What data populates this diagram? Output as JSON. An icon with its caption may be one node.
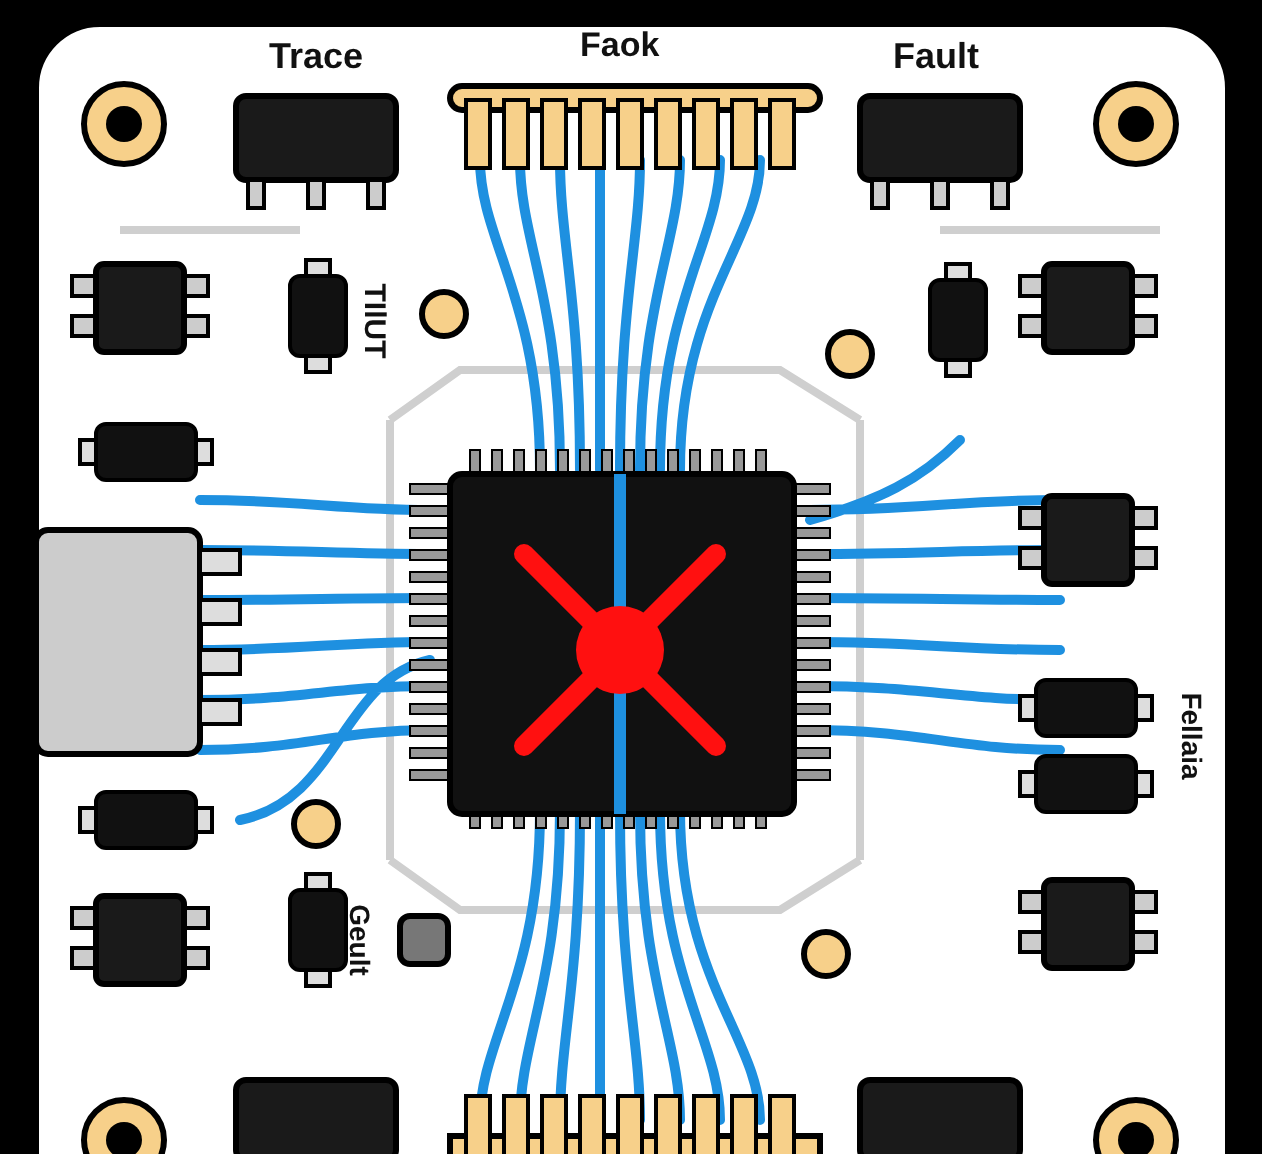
{
  "diagram": {
    "labels": [
      "Trace",
      "Faok",
      "Fault",
      "TIlUT",
      "Fellaia",
      "Geult"
    ]
  }
}
